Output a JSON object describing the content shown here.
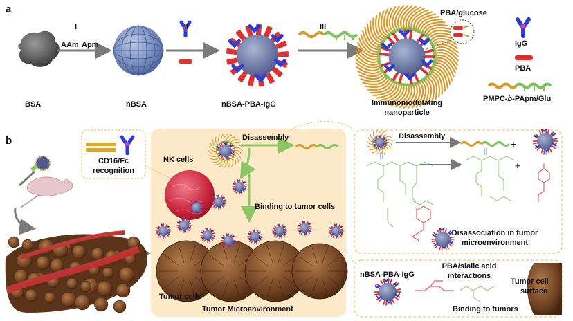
{
  "panel_a": {
    "label": "a",
    "steps": {
      "I": "I",
      "II": "II",
      "III": "III"
    },
    "reagents": {
      "aam": "AAm",
      "apm": "Apm"
    },
    "stage_labels": {
      "bsa": "BSA",
      "nbsa": "nBSA",
      "nbsa_pba_igg": "nBSA-PBA-IgG",
      "immuno_line1": "Immunomodulating",
      "immuno_line2": "nanoparticle"
    },
    "legend": {
      "pba_glucose": "PBA/glucose",
      "igg": "IgG",
      "pba": "PBA",
      "polymer_prefix": "PMPC-",
      "polymer_italic": "b",
      "polymer_suffix": "-PApm/Glu"
    }
  },
  "panel_b": {
    "label": "b",
    "cd16_line1": "CD16/Fc",
    "cd16_line2": "recognition",
    "nk_cells": "NK cells",
    "disassembly": "Disassembly",
    "binding_to_tumor_cells": "Binding to tumor cells",
    "tumor_cells": "Tumor cells",
    "tumor_microenvironment": "Tumor Microenvironment",
    "right_top": {
      "disassembly": "Disassembly",
      "plus": "+",
      "caption_line1": "Disassociation in tumor",
      "caption_line2": "microenvironment"
    },
    "right_bottom": {
      "nbsa_label": "nBSA-PBA-IgG",
      "pba_sialic_line1": "PBA/sialic acid",
      "pba_sialic_line2": "interactions",
      "tumor_surface_line1": "Tumor cell",
      "tumor_surface_line2": "surface",
      "binding": "Binding to tumors"
    }
  },
  "colors": {
    "tme_bg": "#fbe9c8",
    "dashed_border": "#e8b94a",
    "arrow_gray": "#7a7a7a",
    "green_arrow": "#8cc665",
    "igg_blue": "#2840d8",
    "pba_red": "#e03030",
    "polymer_orange": "#d99a2b",
    "polymer_green": "#7cc35a",
    "nk_red": "#d8344a",
    "tumor_brown": "#7a4a2a",
    "vessel_red": "#c8282a"
  }
}
